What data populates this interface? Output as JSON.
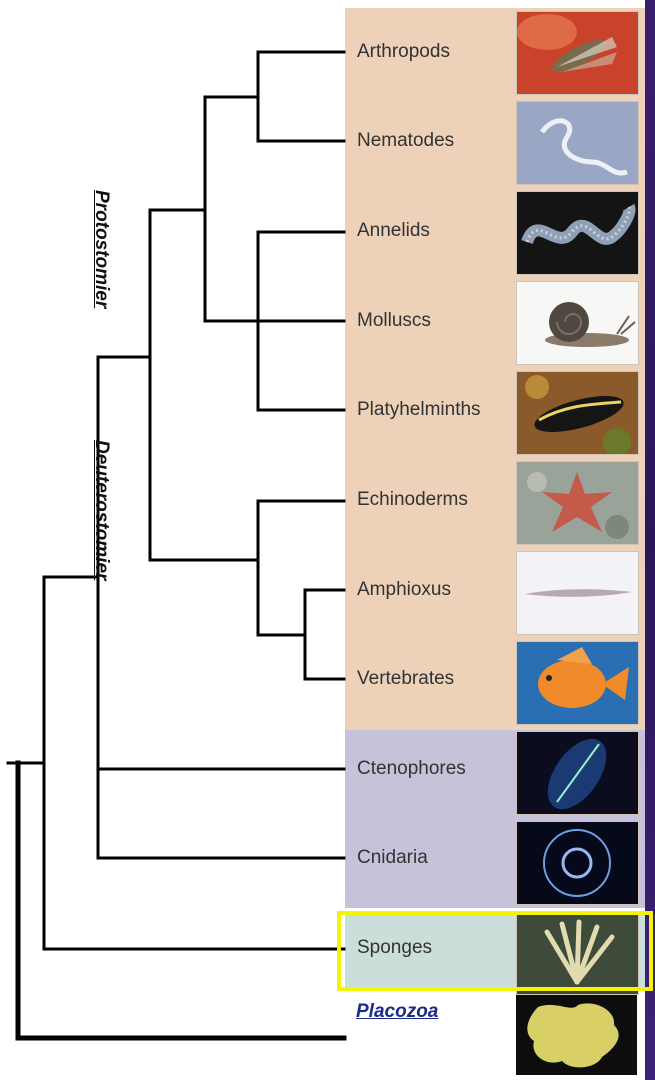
{
  "groups": {
    "protostomier": "Protostomier",
    "deuterostomier": "Deuterostomier"
  },
  "taxa": [
    {
      "label": "Arthropods",
      "region": "bilateria",
      "image_icon": "fly-photo-icon"
    },
    {
      "label": "Nematodes",
      "region": "bilateria",
      "image_icon": "roundworm-photo-icon"
    },
    {
      "label": "Annelids",
      "region": "bilateria",
      "image_icon": "segmented-worm-photo-icon"
    },
    {
      "label": "Molluscs",
      "region": "bilateria",
      "image_icon": "snail-photo-icon"
    },
    {
      "label": "Platyhelminths",
      "region": "bilateria",
      "image_icon": "flatworm-photo-icon"
    },
    {
      "label": "Echinoderms",
      "region": "bilateria",
      "image_icon": "sea-star-photo-icon"
    },
    {
      "label": "Amphioxus",
      "region": "bilateria",
      "image_icon": "lancelet-photo-icon"
    },
    {
      "label": "Vertebrates",
      "region": "bilateria",
      "image_icon": "fish-photo-icon"
    },
    {
      "label": "Ctenophores",
      "region": "radiata",
      "image_icon": "comb-jelly-photo-icon"
    },
    {
      "label": "Cnidaria",
      "region": "radiata",
      "image_icon": "jellyfish-photo-icon"
    },
    {
      "label": "Sponges",
      "region": "porifera",
      "image_icon": "sponge-photo-icon"
    }
  ],
  "outgroup": {
    "label": "Placozoa",
    "image_icon": "placozoa-photo-icon"
  },
  "colors": {
    "bilateria_bg": "#edd1b9",
    "radiata_bg": "#c6c2d9",
    "porifera_bg": "#cadfd9",
    "highlight_frame": "#f4f400",
    "placozoa_label": "#1c2a8c",
    "side_strip": "#2f1a63",
    "tree_line": "#000000"
  }
}
